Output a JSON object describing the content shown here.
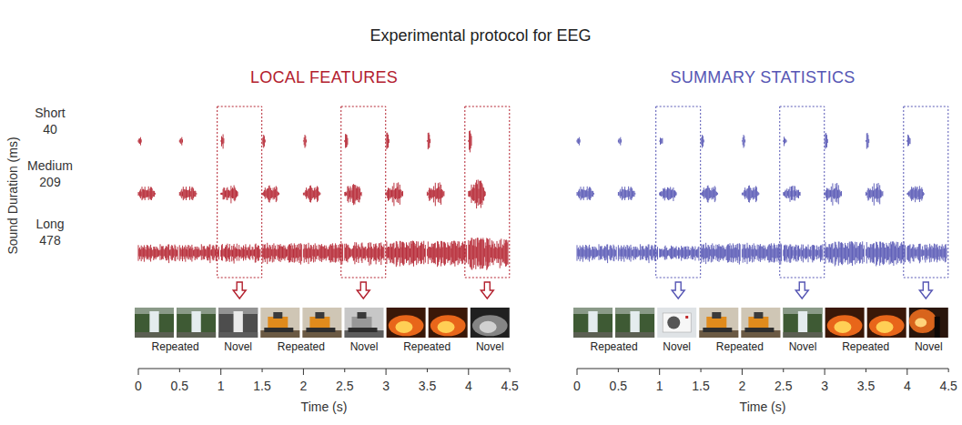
{
  "diagram": {
    "title": "Experimental protocol for EEG",
    "labels": [
      "Sound Duration (ms)",
      "Short",
      "40",
      "Medium",
      "209",
      "Long",
      "478",
      "LOCAL FEATURES",
      "Repeated",
      "Novel",
      "Repeated",
      "Novel",
      "Repeated",
      "Novel",
      "0",
      "0.5",
      "1",
      "1.5",
      "2",
      "2.5",
      "3",
      "3.5",
      "4",
      "4.5",
      "Time (s)",
      "SUMMARY STATISTICS",
      "Repeated",
      "Novel",
      "Repeated",
      "Novel",
      "Repeated",
      "Novel",
      "0",
      "0.5",
      "1",
      "1.5",
      "2",
      "2.5",
      "3",
      "3.5",
      "4",
      "4.5",
      "Time (s)"
    ]
  }
}
